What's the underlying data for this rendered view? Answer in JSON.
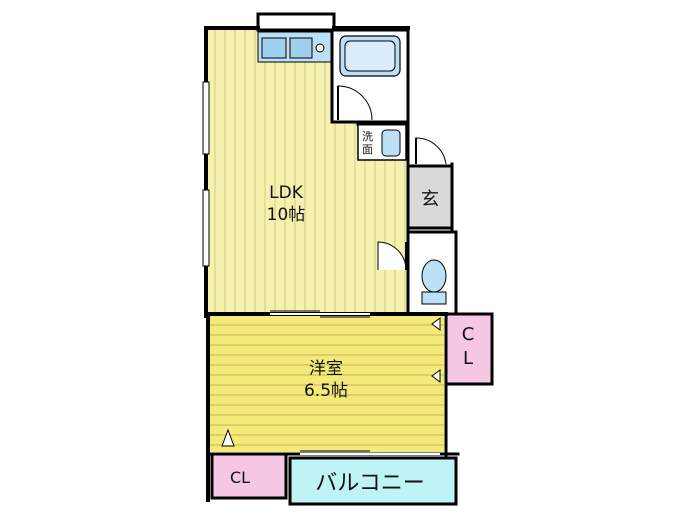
{
  "rooms": {
    "ldk": {
      "name": "LDK",
      "size": "10帖"
    },
    "western": {
      "name": "洋室",
      "size": "6.5帖"
    },
    "genkan": {
      "name": "玄"
    },
    "washroom": {
      "name": "洗面"
    },
    "closet_right": {
      "name": "CL"
    },
    "closet_bottom": {
      "name": "CL"
    },
    "balcony": {
      "name": "バルコニー"
    }
  },
  "colors": {
    "ldk_fill": "#f5f2b0",
    "western_fill": "#f4ea7a",
    "closet_fill": "#f6c7e2",
    "balcony_fill": "#bff3f6",
    "fixture_fill": "#bde0f7",
    "genkan_fill": "#d9d9d9",
    "wall": "#000000"
  }
}
